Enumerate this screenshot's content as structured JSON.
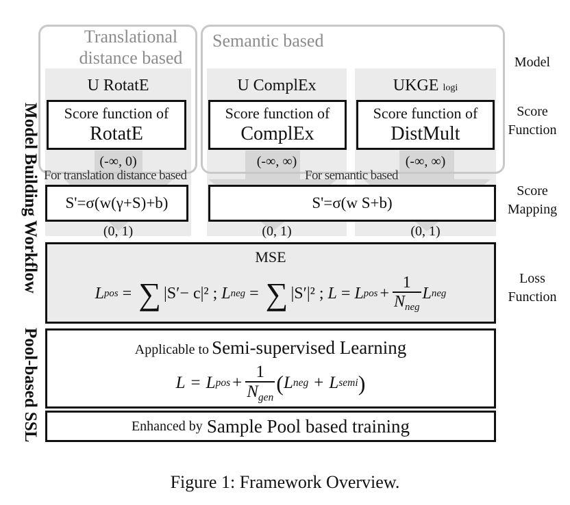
{
  "groups": {
    "translational_title_line1": "Translational",
    "translational_title_line2": "distance based",
    "semantic_title": "Semantic based"
  },
  "side_labels": {
    "workflow": "Model Building Workflow",
    "ssl": "Pool-based SSL"
  },
  "right_labels": {
    "model": "Model",
    "score_function_1": "Score",
    "score_function_2": "Function",
    "score_mapping_1": "Score",
    "score_mapping_2": "Mapping",
    "loss_function_1": "Loss",
    "loss_function_2": "Function"
  },
  "models": [
    {
      "name": "U RotatE",
      "sub": "",
      "sf_line1": "Score function of",
      "sf_line2": "RotatE",
      "range_in": "(-∞, 0)",
      "range_out": "(0, 1)"
    },
    {
      "name": "U ComplEx",
      "sub": "",
      "sf_line1": "Score function of",
      "sf_line2": "ComplEx",
      "range_in": "(-∞, ∞)",
      "range_out": "(0, 1)"
    },
    {
      "name": "UKGE",
      "sub": "logi",
      "sf_line1": "Score function of",
      "sf_line2": "DistMult",
      "range_in": "(-∞, ∞)",
      "range_out": "(0, 1)"
    }
  ],
  "mapping": {
    "note_translation": "For translation distance based",
    "note_semantic": "For semantic based",
    "formula_translation": "S'=σ(w(γ+S)+b)",
    "formula_semantic": "S'=σ(w S+b)"
  },
  "loss": {
    "title": "MSE",
    "L": "L",
    "pos": "pos",
    "neg": "neg",
    "eq": "=",
    "sum": "∑",
    "term_pos": "|S′− c|²",
    "term_neg": "|S′|²",
    "semi1": ";",
    "semi2": ";",
    "plus": "+",
    "one": "1",
    "N": "N"
  },
  "ssl": {
    "prefix": "Applicable to",
    "main": "Semi-supervised Learning",
    "L": "L",
    "pos": "pos",
    "neg": "neg",
    "gen": "gen",
    "semi": "semi",
    "one": "1",
    "N": "N",
    "eq": "=",
    "plus": "+",
    "lparen": "(",
    "rparen": ")"
  },
  "pool": {
    "prefix": "Enhanced by",
    "main": "Sample Pool based training"
  },
  "caption": "Figure 1: Framework Overview.",
  "colors": {
    "group_border": "#c8c8c8",
    "column_fill": "#ebebeb",
    "arrow_fill": "#d6d6d6",
    "group_title": "#8c8c8c"
  }
}
